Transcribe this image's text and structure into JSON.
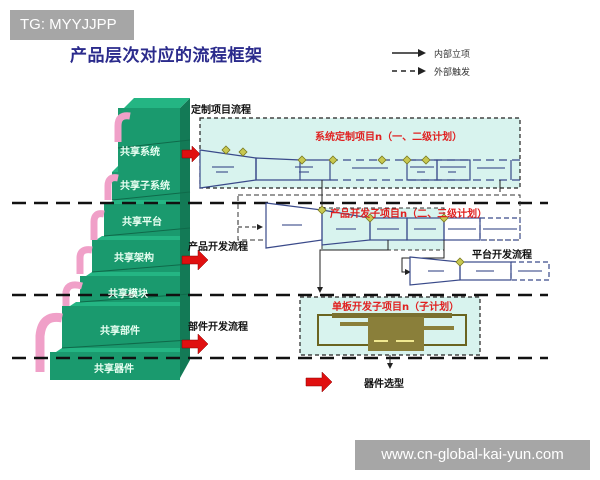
{
  "watermarks": {
    "top_left": "TG: MYYJJPP",
    "bottom_right": "www.cn-global-kai-yun.com"
  },
  "title": "产品层次对应的流程框架",
  "legend": {
    "items": [
      {
        "label": "内部立项",
        "style": "solid-arrow"
      },
      {
        "label": "外部触发",
        "style": "dashed-arrow"
      }
    ]
  },
  "stack": {
    "levels": [
      {
        "label": "共享系统"
      },
      {
        "label": "共享子系统"
      },
      {
        "label": "共享平台"
      },
      {
        "label": "共享架构"
      },
      {
        "label": "共享模块"
      },
      {
        "label": "共享部件"
      },
      {
        "label": "共享器件"
      }
    ],
    "color": "#1a9a6e"
  },
  "sections": {
    "custom_project": {
      "label": "定制项目流程",
      "box_title": "系统定制项目n（一、二级计划）"
    },
    "product_dev": {
      "label": "产品开发流程",
      "box_title": "产品开发子项目n（二、三级计划）"
    },
    "platform_dev": {
      "label": "平台开发流程"
    },
    "component_dev": {
      "label": "部件开发流程",
      "box_title": "单板开发子项目n（子计划）"
    },
    "part_selection": {
      "label": "器件选型"
    }
  },
  "colors": {
    "title": "#2b2b8c",
    "stack_green": "#1a9a6e",
    "stack_top": "#24b583",
    "pink_arrow": "#f0a0c8",
    "red_arrow": "#e01010",
    "box_fill": "#d8f3ee",
    "flow_line": "#5a5a9a",
    "milestone": "#c8c850",
    "red_text": "#e02020"
  }
}
